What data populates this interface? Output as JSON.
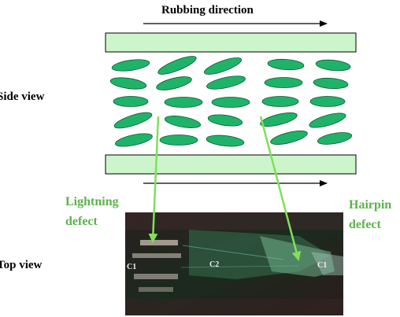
{
  "title": "Rubbing direction",
  "side_view_label": "Side view",
  "top_view_label": "Top view",
  "defects": {
    "lightning": [
      "Lightning",
      "defect"
    ],
    "hairpin": [
      "Hairpin",
      "defect"
    ]
  },
  "photo_labels": [
    "C1",
    "C2",
    "C1"
  ],
  "colors": {
    "plate_fill": "#ccf5cc",
    "molecule": "#1fb36a",
    "pointer": "#7fe05a",
    "defect_label": "#5ab44a"
  }
}
